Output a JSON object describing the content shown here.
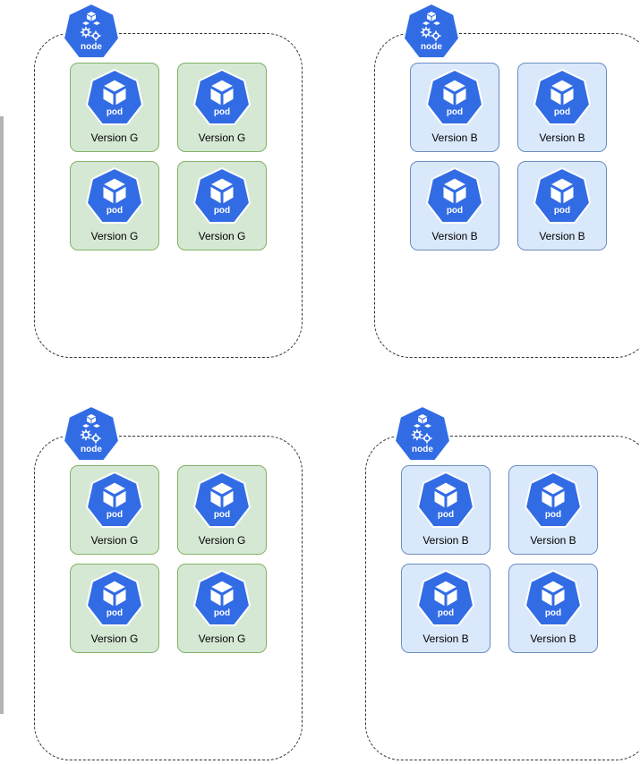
{
  "colors": {
    "k8s_blue": "#326ce5",
    "green_fill": "#d5e8d4",
    "green_stroke": "#82b366",
    "blue_fill": "#dae8fc",
    "blue_stroke": "#6c8ebf",
    "dashed_border": "#333333"
  },
  "icons": {
    "node": "kubernetes-node-icon",
    "pod": "kubernetes-pod-icon"
  },
  "nodes": [
    {
      "label": "node",
      "pods": [
        {
          "icon_label": "pod",
          "version": "Version G"
        },
        {
          "icon_label": "pod",
          "version": "Version G"
        },
        {
          "icon_label": "pod",
          "version": "Version G"
        },
        {
          "icon_label": "pod",
          "version": "Version G"
        }
      ]
    },
    {
      "label": "node",
      "pods": [
        {
          "icon_label": "pod",
          "version": "Version B"
        },
        {
          "icon_label": "pod",
          "version": "Version B"
        },
        {
          "icon_label": "pod",
          "version": "Version B"
        },
        {
          "icon_label": "pod",
          "version": "Version B"
        }
      ]
    },
    {
      "label": "node",
      "pods": [
        {
          "icon_label": "pod",
          "version": "Version G"
        },
        {
          "icon_label": "pod",
          "version": "Version G"
        },
        {
          "icon_label": "pod",
          "version": "Version G"
        },
        {
          "icon_label": "pod",
          "version": "Version G"
        }
      ]
    },
    {
      "label": "node",
      "pods": [
        {
          "icon_label": "pod",
          "version": "Version B"
        },
        {
          "icon_label": "pod",
          "version": "Version B"
        },
        {
          "icon_label": "pod",
          "version": "Version B"
        },
        {
          "icon_label": "pod",
          "version": "Version B"
        }
      ]
    }
  ]
}
